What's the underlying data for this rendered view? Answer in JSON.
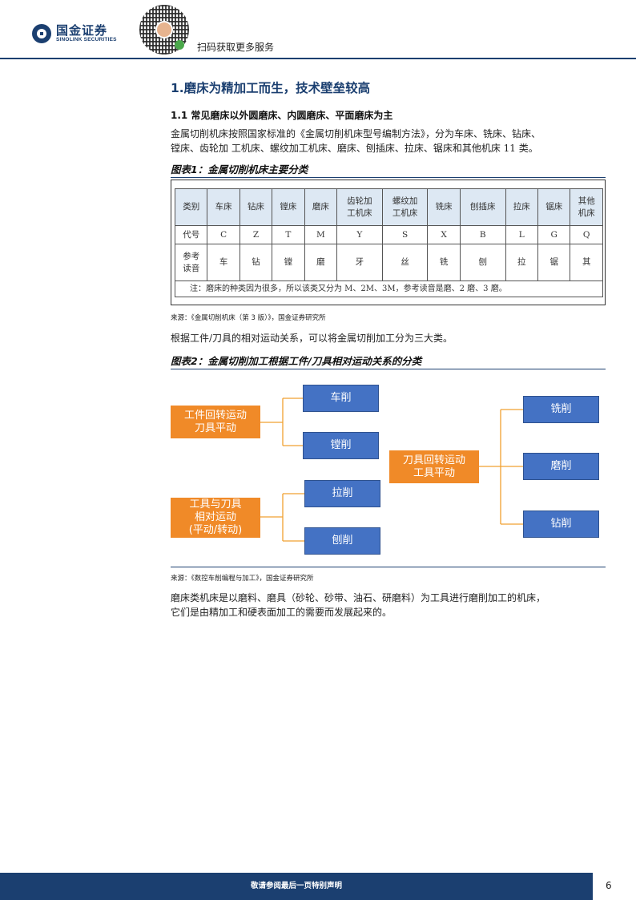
{
  "header": {
    "logo_cn": "国金证券",
    "logo_en": "SINOLINK SECURITIES",
    "qr_caption": "扫码获取更多服务"
  },
  "section": {
    "h1": "1.磨床为精加工而生，技术壁垒较高",
    "h2": "1.1 常见磨床以外圆磨床、内圆磨床、平面磨床为主",
    "para1_line1": "金属切削机床按照国家标准的《金属切削机床型号编制方法》，分为车床、铣床、钻床、",
    "para1_line2": "镗床、齿轮加 工机床、螺纹加工机床、磨床、刨插床、拉床、锯床和其他机床 11 类。"
  },
  "figure1": {
    "title": "图表1：金属切削机床主要分类",
    "headers": [
      "类别",
      "车床",
      "钻床",
      "镗床",
      "磨床",
      "齿轮加\n工机床",
      "螺纹加\n工机床",
      "铣床",
      "刨插床",
      "拉床",
      "锯床",
      "其他\n机床"
    ],
    "code_row": [
      "代号",
      "C",
      "Z",
      "T",
      "M",
      "Y",
      "S",
      "X",
      "B",
      "L",
      "G",
      "Q"
    ],
    "read_row": [
      "参考\n读音",
      "车",
      "钻",
      "镗",
      "磨",
      "牙",
      "丝",
      "铣",
      "刨",
      "拉",
      "锯",
      "其"
    ],
    "note": "注：磨床的种类因为很多，所以该类又分为 M、2M、3M，参考读音是磨、2 磨、3 磨。",
    "source": "来源：《金属切削机床（第 3 版）》，国金证券研究所"
  },
  "para2": "根据工件/刀具的相对运动关系，可以将金属切削加工分为三大类。",
  "figure2": {
    "title": "图表2：金属切削加工根据工件/刀具相对运动关系的分类",
    "group1": {
      "label_line1": "工件回转运动",
      "label_line2": "刀具平动",
      "children": [
        "车削",
        "镗削"
      ]
    },
    "group2": {
      "label_line1": "工具与刀具",
      "label_line2": "相对运动",
      "label_line3": "(平动/转动)",
      "children": [
        "拉削",
        "刨削"
      ]
    },
    "group3": {
      "label_line1": "刀具回转运动",
      "label_line2": "工具平动",
      "children": [
        "铣削",
        "磨削",
        "钻削"
      ]
    },
    "colors": {
      "orange": "#f08a28",
      "blue": "#4472c4",
      "connector": "#f0a030"
    },
    "source": "来源：《数控车削编程与加工》，国金证券研究所"
  },
  "para3_line1": "磨床类机床是以磨料、磨具（砂轮、砂带、油石、研磨料）为工具进行磨削加工的机床，",
  "para3_line2": "它们是由精加工和硬表面加工的需要而发展起来的。",
  "footer": {
    "text": "敬请参阅最后一页特别声明",
    "page": "6"
  }
}
